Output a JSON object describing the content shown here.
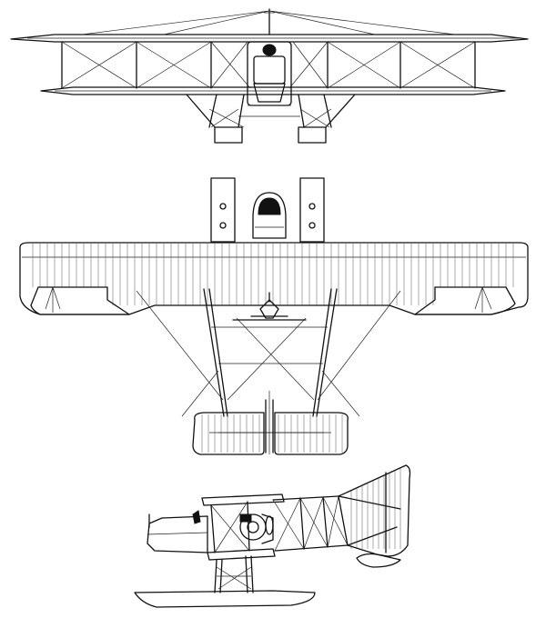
{
  "drawing": {
    "views": [
      {
        "id": "front",
        "label": ""
      },
      {
        "id": "top",
        "label": ""
      },
      {
        "id": "side",
        "label": ""
      }
    ],
    "line_color": "#111111",
    "background_color": "#ffffff"
  }
}
